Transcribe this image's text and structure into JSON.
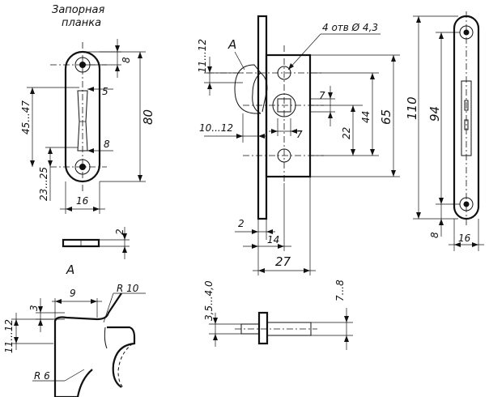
{
  "title": {
    "line1": "Запорная",
    "line2": "планка"
  },
  "view_label_A": "A",
  "strike_plate_front": {
    "dims": {
      "hole_offset": "8",
      "slot_width": "5",
      "height_overall": "80",
      "upper_range": "45...47",
      "lower_range": "23...25",
      "slot_bottom": "8",
      "width": "16"
    }
  },
  "strike_plate_side": {
    "dims": {
      "thickness": "2"
    }
  },
  "detail_A": {
    "dims": {
      "offset": "9",
      "radius_big": "R 10",
      "height_small": "3",
      "height_range": "11...12",
      "radius_small": "R 6"
    }
  },
  "lock_front": {
    "label_A": "A",
    "dims": {
      "holes_note": "4 отв Ø 4,3",
      "top_range": "11...12",
      "small_7a": "7",
      "left_range": "10...12",
      "small_7b": "7",
      "d22": "22",
      "d44": "44",
      "d65": "65",
      "plate_2": "2",
      "d14": "14",
      "d27": "27"
    }
  },
  "lock_bolt": {
    "dims": {
      "left_range": "3,5...4,0",
      "right_range": "7...8"
    }
  },
  "faceplate": {
    "dims": {
      "height_overall": "110",
      "hole_span": "94",
      "bottom_offset": "8",
      "width": "16"
    }
  }
}
